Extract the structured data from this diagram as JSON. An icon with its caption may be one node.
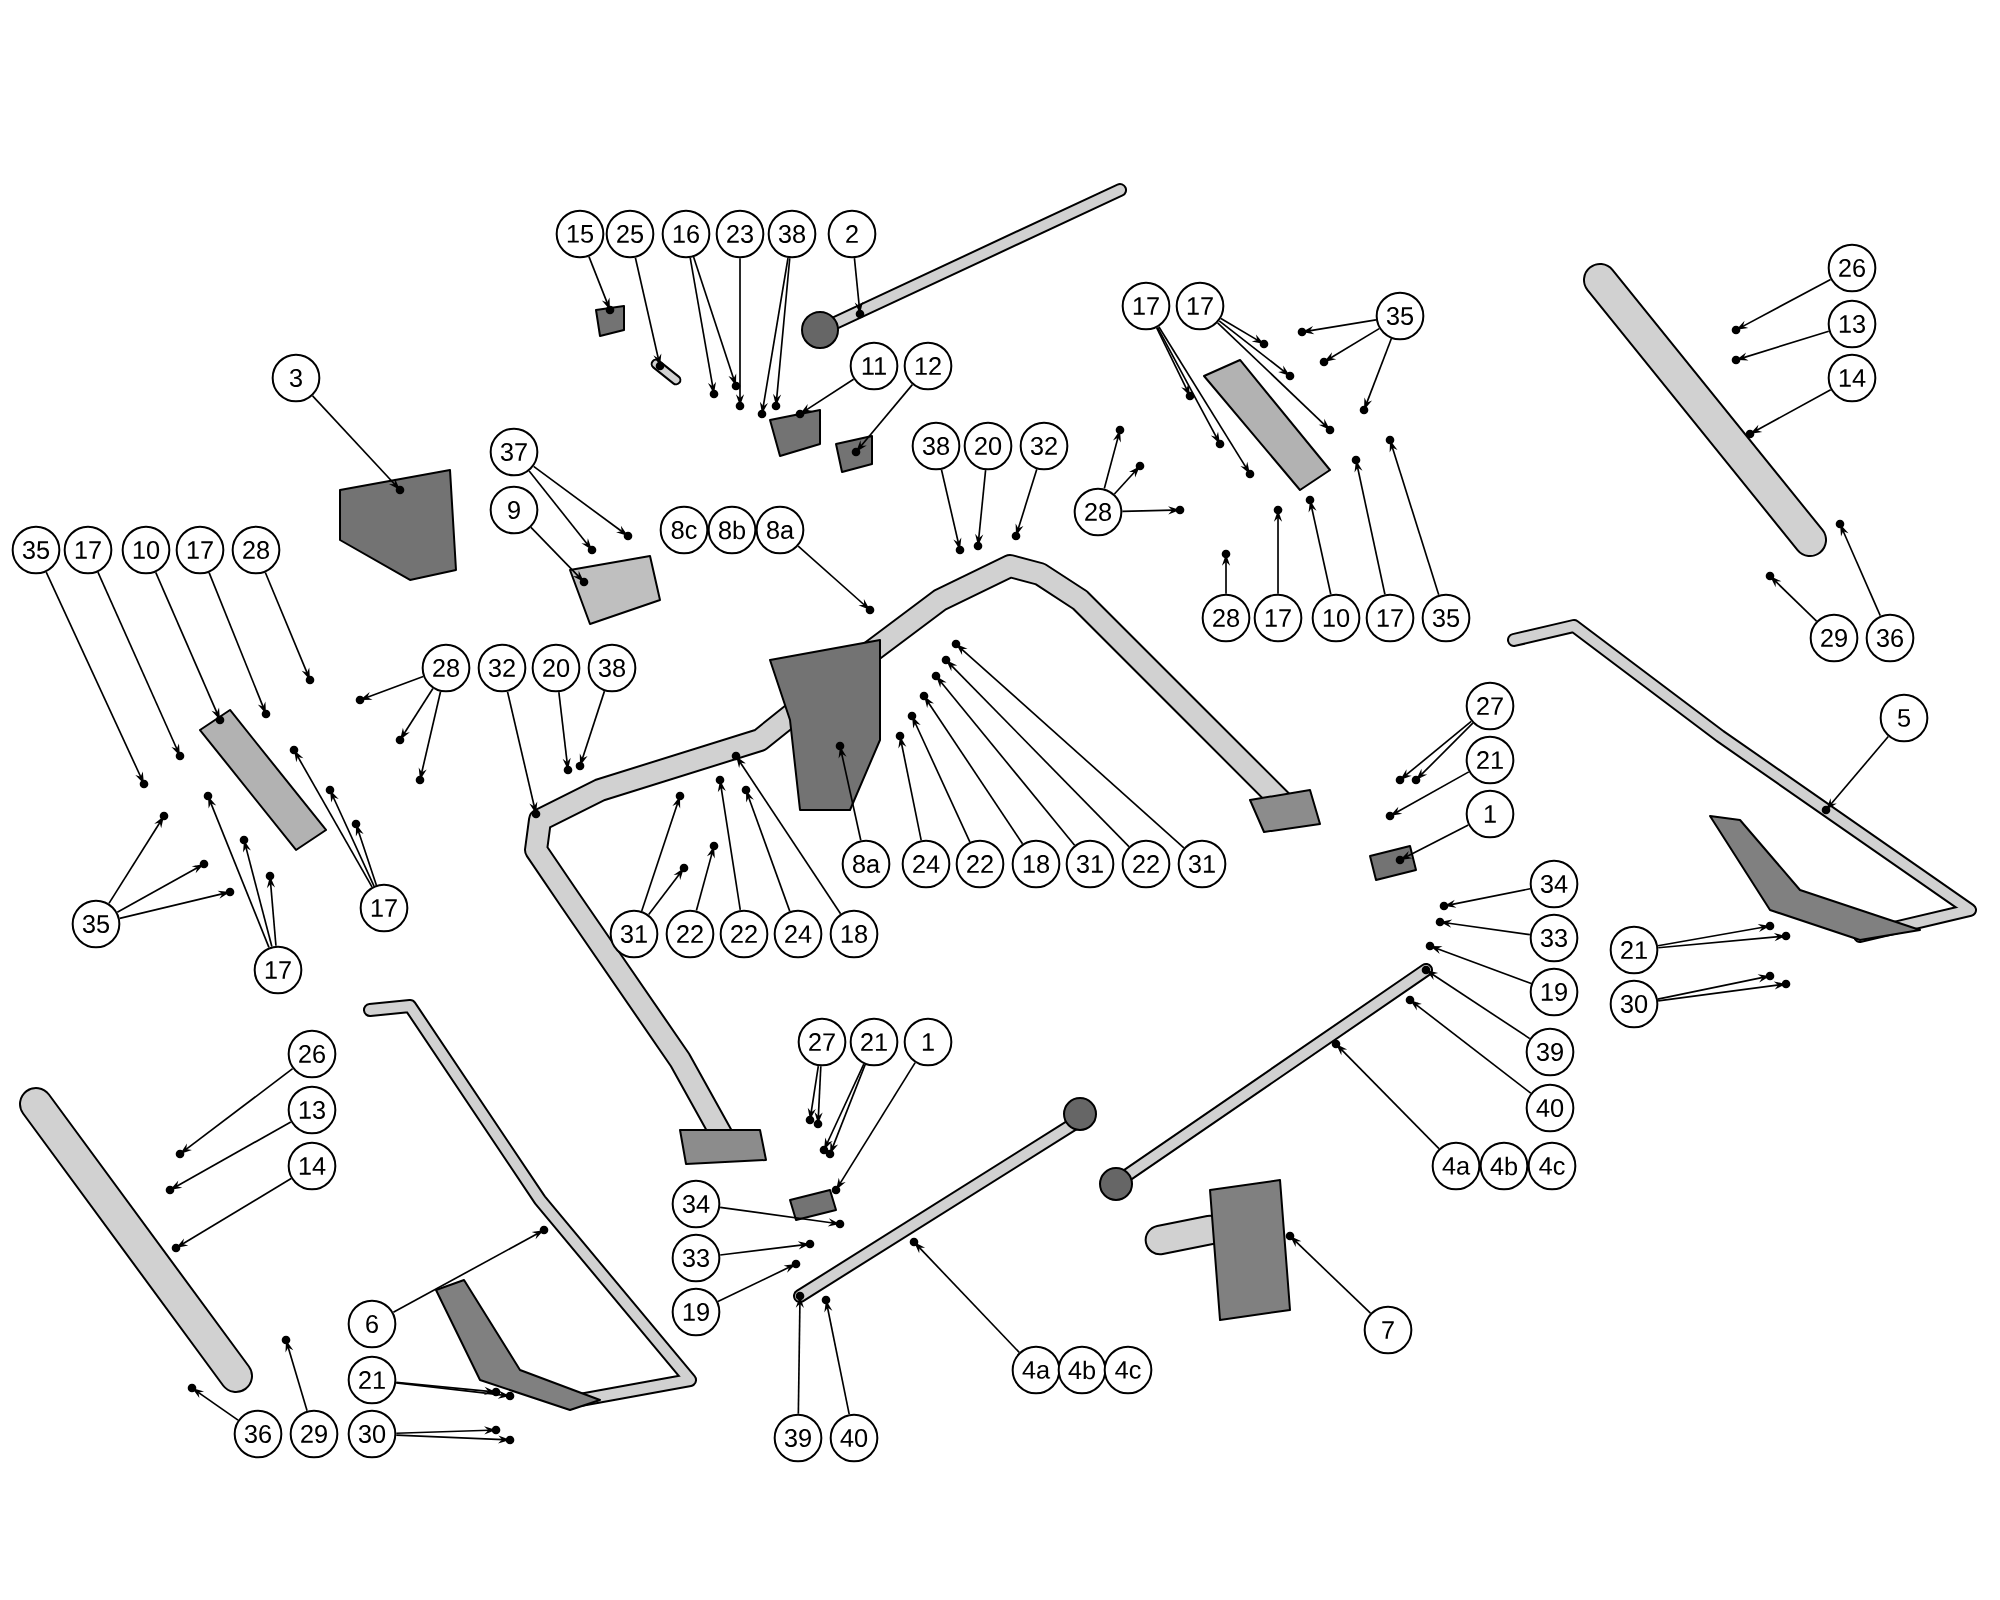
{
  "diagram": {
    "nodes": [
      {
        "text": [
          "15"
        ]
      },
      {
        "text": [
          "25"
        ]
      },
      {
        "text": [
          "16"
        ]
      },
      {
        "text": [
          "23"
        ]
      },
      {
        "text": [
          "38"
        ]
      },
      {
        "text": [
          "2"
        ]
      },
      {
        "text": [
          "11"
        ]
      },
      {
        "text": [
          "12"
        ]
      },
      {
        "text": [
          "3"
        ]
      },
      {
        "text": [
          "37"
        ]
      },
      {
        "text": [
          "9"
        ]
      },
      {
        "text": [
          "8c"
        ]
      },
      {
        "text": [
          "8b"
        ]
      },
      {
        "text": [
          "8a"
        ]
      },
      {
        "text": [
          "38"
        ]
      },
      {
        "text": [
          "20"
        ]
      },
      {
        "text": [
          "32"
        ]
      },
      {
        "text": [
          "35"
        ]
      },
      {
        "text": [
          "17"
        ]
      },
      {
        "text": [
          "10"
        ]
      },
      {
        "text": [
          "17"
        ]
      },
      {
        "text": [
          "28"
        ]
      },
      {
        "text": [
          "28"
        ]
      },
      {
        "text": [
          "32"
        ]
      },
      {
        "text": [
          "20"
        ]
      },
      {
        "text": [
          "38"
        ]
      },
      {
        "text": [
          "35"
        ]
      },
      {
        "text": [
          "17"
        ]
      },
      {
        "text": [
          "17"
        ]
      },
      {
        "text": [
          "31"
        ]
      },
      {
        "text": [
          "22"
        ]
      },
      {
        "text": [
          "22"
        ]
      },
      {
        "text": [
          "24"
        ]
      },
      {
        "text": [
          "18"
        ]
      },
      {
        "text": [
          "8a"
        ]
      },
      {
        "text": [
          "24"
        ]
      },
      {
        "text": [
          "22"
        ]
      },
      {
        "text": [
          "18"
        ]
      },
      {
        "text": [
          "31"
        ]
      },
      {
        "text": [
          "22"
        ]
      },
      {
        "text": [
          "31"
        ]
      },
      {
        "text": [
          "17"
        ]
      },
      {
        "text": [
          "17"
        ]
      },
      {
        "text": [
          "35"
        ]
      },
      {
        "text": [
          "28"
        ]
      },
      {
        "text": [
          "28"
        ]
      },
      {
        "text": [
          "17"
        ]
      },
      {
        "text": [
          "10"
        ]
      },
      {
        "text": [
          "17"
        ]
      },
      {
        "text": [
          "35"
        ]
      },
      {
        "text": [
          "26"
        ]
      },
      {
        "text": [
          "13"
        ]
      },
      {
        "text": [
          "14"
        ]
      },
      {
        "text": [
          "29"
        ]
      },
      {
        "text": [
          "36"
        ]
      },
      {
        "text": [
          "5"
        ]
      },
      {
        "text": [
          "27"
        ]
      },
      {
        "text": [
          "21"
        ]
      },
      {
        "text": [
          "1"
        ]
      },
      {
        "text": [
          "34"
        ]
      },
      {
        "text": [
          "33"
        ]
      },
      {
        "text": [
          "19"
        ]
      },
      {
        "text": [
          "39"
        ]
      },
      {
        "text": [
          "40"
        ]
      },
      {
        "text": [
          "4a"
        ]
      },
      {
        "text": [
          "4b"
        ]
      },
      {
        "text": [
          "4c"
        ]
      },
      {
        "text": [
          "21"
        ]
      },
      {
        "text": [
          "30"
        ]
      },
      {
        "text": [
          "7"
        ]
      },
      {
        "text": [
          "27"
        ]
      },
      {
        "text": [
          "21"
        ]
      },
      {
        "text": [
          "1"
        ]
      },
      {
        "text": [
          "34"
        ]
      },
      {
        "text": [
          "33"
        ]
      },
      {
        "text": [
          "19"
        ]
      },
      {
        "text": [
          "39"
        ]
      },
      {
        "text": [
          "40"
        ]
      },
      {
        "text": [
          "4a"
        ]
      },
      {
        "text": [
          "4b"
        ]
      },
      {
        "text": [
          "4c"
        ]
      },
      {
        "text": [
          "26"
        ]
      },
      {
        "text": [
          "13"
        ]
      },
      {
        "text": [
          "14"
        ]
      },
      {
        "text": [
          "6"
        ]
      },
      {
        "text": [
          "21"
        ]
      },
      {
        "text": [
          "30"
        ]
      },
      {
        "text": [
          "36"
        ]
      },
      {
        "text": [
          "29"
        ]
      }
    ],
    "edges": [
      {
        "from": 0,
        "to": null,
        "arrow": "to"
      },
      {
        "from": 1,
        "to": null,
        "arrow": "to"
      },
      {
        "from": 2,
        "to": null,
        "arrow": "to"
      },
      {
        "from": 2,
        "to": null,
        "arrow": "to"
      },
      {
        "from": 3,
        "to": null,
        "arrow": "to"
      },
      {
        "from": 4,
        "to": null,
        "arrow": "to"
      },
      {
        "from": 4,
        "to": null,
        "arrow": "to"
      },
      {
        "from": 5,
        "to": null,
        "arrow": "to"
      },
      {
        "from": 6,
        "to": null,
        "arrow": "to"
      },
      {
        "from": 7,
        "to": null,
        "arrow": "to"
      },
      {
        "from": 8,
        "to": null,
        "arrow": "to"
      },
      {
        "from": 9,
        "to": null,
        "arrow": "to"
      },
      {
        "from": 9,
        "to": null,
        "arrow": "to"
      },
      {
        "from": 10,
        "to": null,
        "arrow": "to"
      },
      {
        "from": 13,
        "to": null,
        "arrow": "to"
      },
      {
        "from": 14,
        "to": null,
        "arrow": "to"
      },
      {
        "from": 15,
        "to": null,
        "arrow": "to"
      },
      {
        "from": 16,
        "to": null,
        "arrow": "to"
      },
      {
        "from": 17,
        "to": null,
        "arrow": "to"
      },
      {
        "from": 18,
        "to": null,
        "arrow": "to"
      },
      {
        "from": 19,
        "to": null,
        "arrow": "to"
      },
      {
        "from": 20,
        "to": null,
        "arrow": "to"
      },
      {
        "from": 21,
        "to": null,
        "arrow": "to"
      },
      {
        "from": 22,
        "to": null,
        "arrow": "to"
      },
      {
        "from": 22,
        "to": null,
        "arrow": "to"
      },
      {
        "from": 22,
        "to": null,
        "arrow": "to"
      },
      {
        "from": 23,
        "to": null,
        "arrow": "to"
      },
      {
        "from": 24,
        "to": null,
        "arrow": "to"
      },
      {
        "from": 25,
        "to": null,
        "arrow": "to"
      },
      {
        "from": 26,
        "to": null,
        "arrow": "to"
      },
      {
        "from": 26,
        "to": null,
        "arrow": "to"
      },
      {
        "from": 26,
        "to": null,
        "arrow": "to"
      },
      {
        "from": 27,
        "to": null,
        "arrow": "to"
      },
      {
        "from": 27,
        "to": null,
        "arrow": "to"
      },
      {
        "from": 27,
        "to": null,
        "arrow": "to"
      },
      {
        "from": 28,
        "to": null,
        "arrow": "to"
      },
      {
        "from": 28,
        "to": null,
        "arrow": "to"
      },
      {
        "from": 28,
        "to": null,
        "arrow": "to"
      },
      {
        "from": 29,
        "to": null,
        "arrow": "to"
      },
      {
        "from": 29,
        "to": null,
        "arrow": "to"
      },
      {
        "from": 30,
        "to": null,
        "arrow": "to"
      },
      {
        "from": 31,
        "to": null,
        "arrow": "to"
      },
      {
        "from": 32,
        "to": null,
        "arrow": "to"
      },
      {
        "from": 33,
        "to": null,
        "arrow": "to"
      },
      {
        "from": 34,
        "to": null,
        "arrow": "to"
      },
      {
        "from": 35,
        "to": null,
        "arrow": "to"
      },
      {
        "from": 36,
        "to": null,
        "arrow": "to"
      },
      {
        "from": 37,
        "to": null,
        "arrow": "to"
      },
      {
        "from": 38,
        "to": null,
        "arrow": "to"
      },
      {
        "from": 39,
        "to": null,
        "arrow": "to"
      },
      {
        "from": 40,
        "to": null,
        "arrow": "to"
      },
      {
        "from": 41,
        "to": null,
        "arrow": "to"
      },
      {
        "from": 41,
        "to": null,
        "arrow": "to"
      },
      {
        "from": 41,
        "to": null,
        "arrow": "to"
      },
      {
        "from": 42,
        "to": null,
        "arrow": "to"
      },
      {
        "from": 42,
        "to": null,
        "arrow": "to"
      },
      {
        "from": 42,
        "to": null,
        "arrow": "to"
      },
      {
        "from": 43,
        "to": null,
        "arrow": "to"
      },
      {
        "from": 43,
        "to": null,
        "arrow": "to"
      },
      {
        "from": 43,
        "to": null,
        "arrow": "to"
      },
      {
        "from": 44,
        "to": null,
        "arrow": "to"
      },
      {
        "from": 44,
        "to": null,
        "arrow": "to"
      },
      {
        "from": 44,
        "to": null,
        "arrow": "to"
      },
      {
        "from": 45,
        "to": null,
        "arrow": "to"
      },
      {
        "from": 46,
        "to": null,
        "arrow": "to"
      },
      {
        "from": 47,
        "to": null,
        "arrow": "to"
      },
      {
        "from": 48,
        "to": null,
        "arrow": "to"
      },
      {
        "from": 49,
        "to": null,
        "arrow": "to"
      },
      {
        "from": 50,
        "to": null,
        "arrow": "to"
      },
      {
        "from": 51,
        "to": null,
        "arrow": "to"
      },
      {
        "from": 52,
        "to": null,
        "arrow": "to"
      },
      {
        "from": 53,
        "to": null,
        "arrow": "to"
      },
      {
        "from": 54,
        "to": null,
        "arrow": "to"
      },
      {
        "from": 55,
        "to": null,
        "arrow": "to"
      },
      {
        "from": 56,
        "to": null,
        "arrow": "to"
      },
      {
        "from": 56,
        "to": null,
        "arrow": "to"
      },
      {
        "from": 57,
        "to": null,
        "arrow": "to"
      },
      {
        "from": 58,
        "to": null,
        "arrow": "to"
      },
      {
        "from": 59,
        "to": null,
        "arrow": "to"
      },
      {
        "from": 60,
        "to": null,
        "arrow": "to"
      },
      {
        "from": 61,
        "to": null,
        "arrow": "to"
      },
      {
        "from": 62,
        "to": null,
        "arrow": "to"
      },
      {
        "from": 63,
        "to": null,
        "arrow": "to"
      },
      {
        "from": 64,
        "to": null,
        "arrow": "to"
      },
      {
        "from": 67,
        "to": null,
        "arrow": "to"
      },
      {
        "from": 67,
        "to": null,
        "arrow": "to"
      },
      {
        "from": 68,
        "to": null,
        "arrow": "to"
      },
      {
        "from": 68,
        "to": null,
        "arrow": "to"
      },
      {
        "from": 69,
        "to": null,
        "arrow": "to"
      },
      {
        "from": 70,
        "to": null,
        "arrow": "to"
      },
      {
        "from": 70,
        "to": null,
        "arrow": "to"
      },
      {
        "from": 71,
        "to": null,
        "arrow": "to"
      },
      {
        "from": 71,
        "to": null,
        "arrow": "to"
      },
      {
        "from": 72,
        "to": null,
        "arrow": "to"
      },
      {
        "from": 73,
        "to": null,
        "arrow": "to"
      },
      {
        "from": 74,
        "to": null,
        "arrow": "to"
      },
      {
        "from": 75,
        "to": null,
        "arrow": "to"
      },
      {
        "from": 76,
        "to": null,
        "arrow": "to"
      },
      {
        "from": 77,
        "to": null,
        "arrow": "to"
      },
      {
        "from": 78,
        "to": null,
        "arrow": "to"
      },
      {
        "from": 81,
        "to": null,
        "arrow": "to"
      },
      {
        "from": 82,
        "to": null,
        "arrow": "to"
      },
      {
        "from": 83,
        "to": null,
        "arrow": "to"
      },
      {
        "from": 84,
        "to": null,
        "arrow": "to"
      },
      {
        "from": 85,
        "to": null,
        "arrow": "to"
      },
      {
        "from": 85,
        "to": null,
        "arrow": "to"
      },
      {
        "from": 86,
        "to": null,
        "arrow": "to"
      },
      {
        "from": 86,
        "to": null,
        "arrow": "to"
      },
      {
        "from": 87,
        "to": null,
        "arrow": "to"
      },
      {
        "from": 88,
        "to": null,
        "arrow": "to"
      }
    ]
  }
}
